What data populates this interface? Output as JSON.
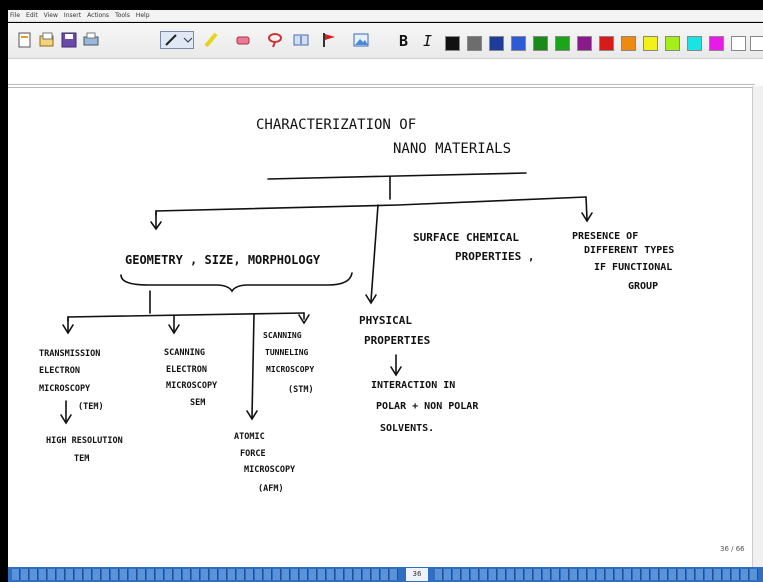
{
  "menu": [
    "File",
    "Edit",
    "View",
    "Insert",
    "Actions",
    "Tools",
    "Help"
  ],
  "toolbar": {
    "icons": [
      "new-page-icon",
      "open-icon",
      "save-icon",
      "print-icon",
      "pen-icon",
      "highlighter-icon",
      "eraser-icon",
      "lasso-icon",
      "insert-space-icon",
      "flag-icon",
      "image-icon",
      "bold-icon",
      "italic-icon"
    ],
    "colors": [
      "#111111",
      "#6d6d6d",
      "#1e3c9a",
      "#2d5bd6",
      "#1a8a1a",
      "#1aa51a",
      "#8a1a8a",
      "#d81a1a",
      "#ee8a10",
      "#f2f21a",
      "#a4ef1a",
      "#1ae3e3",
      "#e81ae8",
      "#ffffff",
      "#ffffff"
    ]
  },
  "notes": {
    "title1": "CHARACTERIZATION   OF",
    "title2": "NANO MATERIALS",
    "branch_geometry": "GEOMETRY , SIZE, MORPHOLOGY",
    "branch_surface1": "SURFACE CHEMICAL",
    "branch_surface2": "PROPERTIES ,",
    "branch_presence1": "PRESENCE OF",
    "branch_presence2": "DIFFERENT TYPES",
    "branch_presence3": "IF   FUNCTIONAL",
    "branch_presence4": "GROUP",
    "physical1": "PHYSICAL",
    "physical2": "PROPERTIES",
    "interaction1": "INTERACTION IN",
    "interaction2": "POLAR + NON POLAR",
    "interaction3": "SOLVENTS.",
    "tem1": "TRANSMISSION",
    "tem2": "ELECTRON",
    "tem3": "MICROSCOPY",
    "tem4": "(TEM)",
    "hr1": "HIGH RESOLUTION",
    "hr2": "TEM",
    "sem1": "SCANNING",
    "sem2": "ELECTRON",
    "sem3": "MICROSCOPY",
    "sem4": "SEM",
    "afm1": "ATOMIC",
    "afm2": "FORCE",
    "afm3": "MICROSCOPY",
    "afm4": "(AFM)",
    "stm1": "SCANNING",
    "stm2": "TUNNELING",
    "stm3": "MICROSCOPY",
    "stm4": "(STM)"
  },
  "page_indicator": "36 / 66",
  "bottom_page": "36"
}
